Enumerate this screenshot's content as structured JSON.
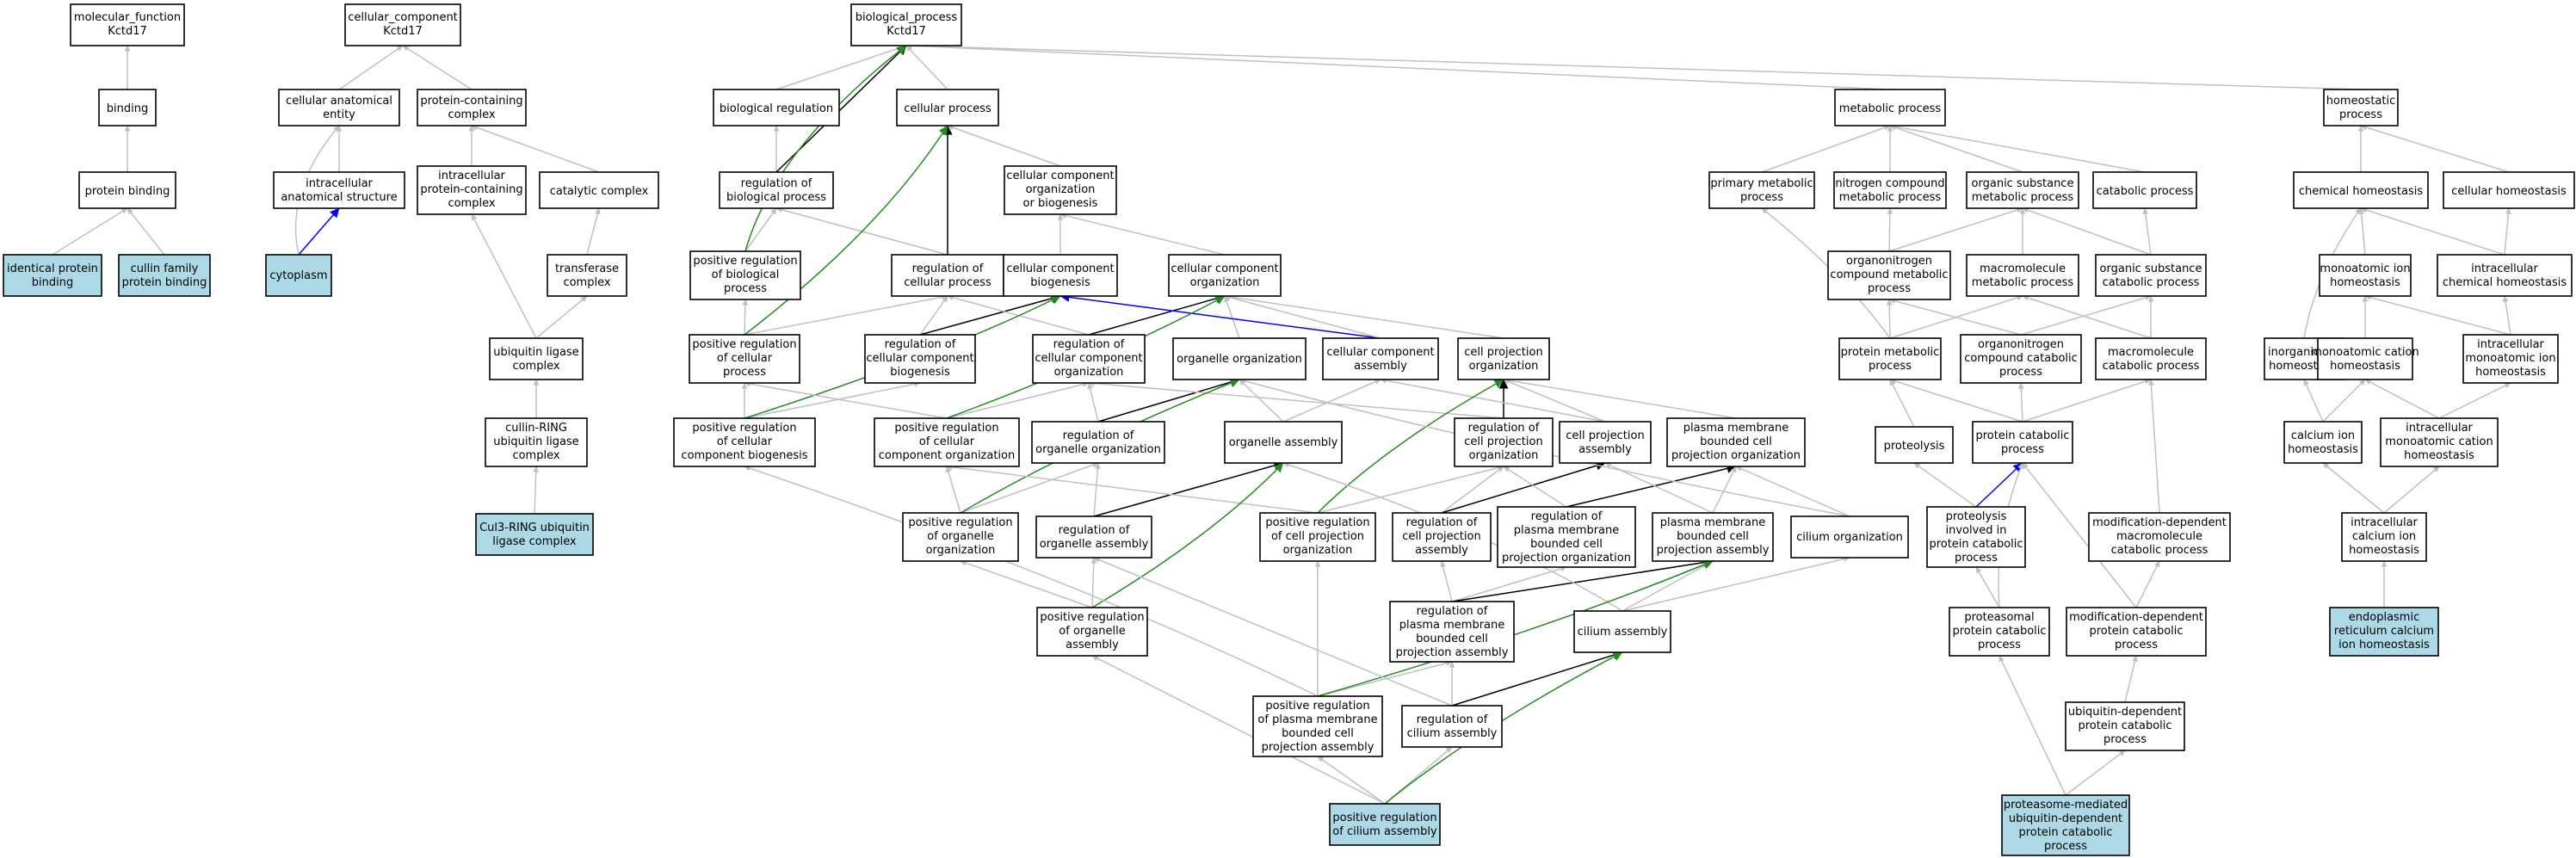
{
  "graph": {
    "palette": {
      "is_a": "#c0c0c0",
      "part_of": "#000000",
      "positively_regulates": "#228b22",
      "occurs_in": "#0000ff",
      "highlight": "#add8e6"
    },
    "nodes": {
      "mf": {
        "lines": [
          "molecular_function",
          "Kctd17"
        ]
      },
      "cc": {
        "lines": [
          "cellular_component",
          "Kctd17"
        ]
      },
      "bp": {
        "lines": [
          "biological_process",
          "Kctd17"
        ]
      },
      "binding": {
        "lines": [
          "binding"
        ]
      },
      "cae": {
        "lines": [
          "cellular anatomical",
          "entity"
        ]
      },
      "pcc": {
        "lines": [
          "protein-containing",
          "complex"
        ]
      },
      "breg": {
        "lines": [
          "biological regulation"
        ]
      },
      "cp": {
        "lines": [
          "cellular process"
        ]
      },
      "metab": {
        "lines": [
          "metabolic process"
        ]
      },
      "homeo": {
        "lines": [
          "homeostatic",
          "process"
        ]
      },
      "pbind": {
        "lines": [
          "protein binding"
        ]
      },
      "ias": {
        "lines": [
          "intracellular",
          "anatomical structure"
        ]
      },
      "ipcc": {
        "lines": [
          "intracellular",
          "protein-containing",
          "complex"
        ]
      },
      "catc": {
        "lines": [
          "catalytic complex"
        ]
      },
      "rbp": {
        "lines": [
          "regulation of",
          "biological process"
        ]
      },
      "ccob": {
        "lines": [
          "cellular component",
          "organization",
          "or biogenesis"
        ]
      },
      "pmp": {
        "lines": [
          "primary metabolic",
          "process"
        ]
      },
      "ncmp": {
        "lines": [
          "nitrogen compound",
          "metabolic process"
        ]
      },
      "osmp": {
        "lines": [
          "organic substance",
          "metabolic process"
        ]
      },
      "catab": {
        "lines": [
          "catabolic process"
        ]
      },
      "chemh": {
        "lines": [
          "chemical homeostasis"
        ]
      },
      "cellh": {
        "lines": [
          "cellular homeostasis"
        ]
      },
      "ipb": {
        "lines": [
          "identical protein",
          "binding"
        ]
      },
      "cfpb": {
        "lines": [
          "cullin family",
          "protein binding"
        ]
      },
      "cyto": {
        "lines": [
          "cytoplasm"
        ]
      },
      "prbp": {
        "lines": [
          "positive regulation",
          "of biological",
          "process"
        ]
      },
      "rcp": {
        "lines": [
          "regulation of",
          "cellular process"
        ]
      },
      "ccb": {
        "lines": [
          "cellular component",
          "biogenesis"
        ]
      },
      "cco": {
        "lines": [
          "cellular component",
          "organization"
        ]
      },
      "oncmp": {
        "lines": [
          "organonitrogen",
          "compound metabolic",
          "process"
        ]
      },
      "mmp": {
        "lines": [
          "macromolecule",
          "metabolic process"
        ]
      },
      "oscp": {
        "lines": [
          "organic substance",
          "catabolic process"
        ]
      },
      "mih": {
        "lines": [
          "monoatomic ion",
          "homeostasis"
        ]
      },
      "ichh": {
        "lines": [
          "intracellular",
          "chemical homeostasis"
        ]
      },
      "tc": {
        "lines": [
          "transferase",
          "complex"
        ]
      },
      "ulc": {
        "lines": [
          "ubiquitin ligase",
          "complex"
        ]
      },
      "prcp": {
        "lines": [
          "positive regulation",
          "of cellular",
          "process"
        ]
      },
      "rccb": {
        "lines": [
          "regulation of",
          "cellular component",
          "biogenesis"
        ]
      },
      "rcco": {
        "lines": [
          "regulation of",
          "cellular component",
          "organization"
        ]
      },
      "oo": {
        "lines": [
          "organelle organization"
        ]
      },
      "cca": {
        "lines": [
          "cellular component",
          "assembly"
        ]
      },
      "cpo": {
        "lines": [
          "cell projection",
          "organization"
        ]
      },
      "pmet": {
        "lines": [
          "protein metabolic",
          "process"
        ]
      },
      "onccp": {
        "lines": [
          "organonitrogen",
          "compound catabolic",
          "process"
        ]
      },
      "mcp": {
        "lines": [
          "macromolecule",
          "catabolic process"
        ]
      },
      "iih": {
        "lines": [
          "inorganic ion",
          "homeostasis"
        ]
      },
      "mch": {
        "lines": [
          "monoatomic cation",
          "homeostasis"
        ]
      },
      "imih": {
        "lines": [
          "intracellular",
          "monoatomic ion",
          "homeostasis"
        ]
      },
      "crulc": {
        "lines": [
          "cullin-RING",
          "ubiquitin ligase",
          "complex"
        ]
      },
      "prccb": {
        "lines": [
          "positive regulation",
          "of cellular",
          "component biogenesis"
        ]
      },
      "prcco": {
        "lines": [
          "positive regulation",
          "of cellular",
          "component organization"
        ]
      },
      "roo": {
        "lines": [
          "regulation of",
          "organelle organization"
        ]
      },
      "oa": {
        "lines": [
          "organelle assembly"
        ]
      },
      "rcpo": {
        "lines": [
          "regulation of",
          "cell projection",
          "organization"
        ]
      },
      "cpa": {
        "lines": [
          "cell projection",
          "assembly"
        ]
      },
      "pmbcpo": {
        "lines": [
          "plasma membrane",
          "bounded cell",
          "projection organization"
        ]
      },
      "prot": {
        "lines": [
          "proteolysis"
        ]
      },
      "pcp": {
        "lines": [
          "protein catabolic",
          "process"
        ]
      },
      "cih": {
        "lines": [
          "calcium ion",
          "homeostasis"
        ]
      },
      "imch": {
        "lines": [
          "intracellular",
          "monoatomic cation",
          "homeostasis"
        ]
      },
      "cul3": {
        "lines": [
          "Cul3-RING ubiquitin",
          "ligase complex"
        ]
      },
      "proo": {
        "lines": [
          "positive regulation",
          "of organelle",
          "organization"
        ]
      },
      "roa": {
        "lines": [
          "regulation of",
          "organelle assembly"
        ]
      },
      "prcpo": {
        "lines": [
          "positive regulation",
          "of cell projection",
          "organization"
        ]
      },
      "rcpa": {
        "lines": [
          "regulation of",
          "cell projection",
          "assembly"
        ]
      },
      "rpmbcpo": {
        "lines": [
          "regulation of",
          "plasma membrane",
          "bounded cell",
          "projection organization"
        ]
      },
      "pmbcpa": {
        "lines": [
          "plasma membrane",
          "bounded cell",
          "projection assembly"
        ]
      },
      "co": {
        "lines": [
          "cilium organization"
        ]
      },
      "pipcp": {
        "lines": [
          "proteolysis",
          "involved in",
          "protein catabolic",
          "process"
        ]
      },
      "mdmcp": {
        "lines": [
          "modification-dependent",
          "macromolecule",
          "catabolic process"
        ]
      },
      "icih": {
        "lines": [
          "intracellular",
          "calcium ion",
          "homeostasis"
        ]
      },
      "proa": {
        "lines": [
          "positive regulation",
          "of organelle",
          "assembly"
        ]
      },
      "rpmbcpa": {
        "lines": [
          "regulation of",
          "plasma membrane",
          "bounded cell",
          "projection assembly"
        ]
      },
      "ca": {
        "lines": [
          "cilium assembly"
        ]
      },
      "ppcp": {
        "lines": [
          "proteasomal",
          "protein catabolic",
          "process"
        ]
      },
      "mdpcp": {
        "lines": [
          "modification-dependent",
          "protein catabolic",
          "process"
        ]
      },
      "erch": {
        "lines": [
          "endoplasmic",
          "reticulum calcium",
          "ion homeostasis"
        ]
      },
      "prpmbcpa": {
        "lines": [
          "positive regulation",
          "of plasma membrane",
          "bounded cell",
          "projection assembly"
        ]
      },
      "rca": {
        "lines": [
          "regulation of",
          "cilium assembly"
        ]
      },
      "udpcp": {
        "lines": [
          "ubiquitin-dependent",
          "protein catabolic",
          "process"
        ]
      },
      "prca": {
        "lines": [
          "positive regulation",
          "of cilium assembly"
        ]
      },
      "pmudpcp": {
        "lines": [
          "proteasome-mediated",
          "ubiquitin-dependent",
          "protein catabolic",
          "process"
        ]
      }
    }
  }
}
